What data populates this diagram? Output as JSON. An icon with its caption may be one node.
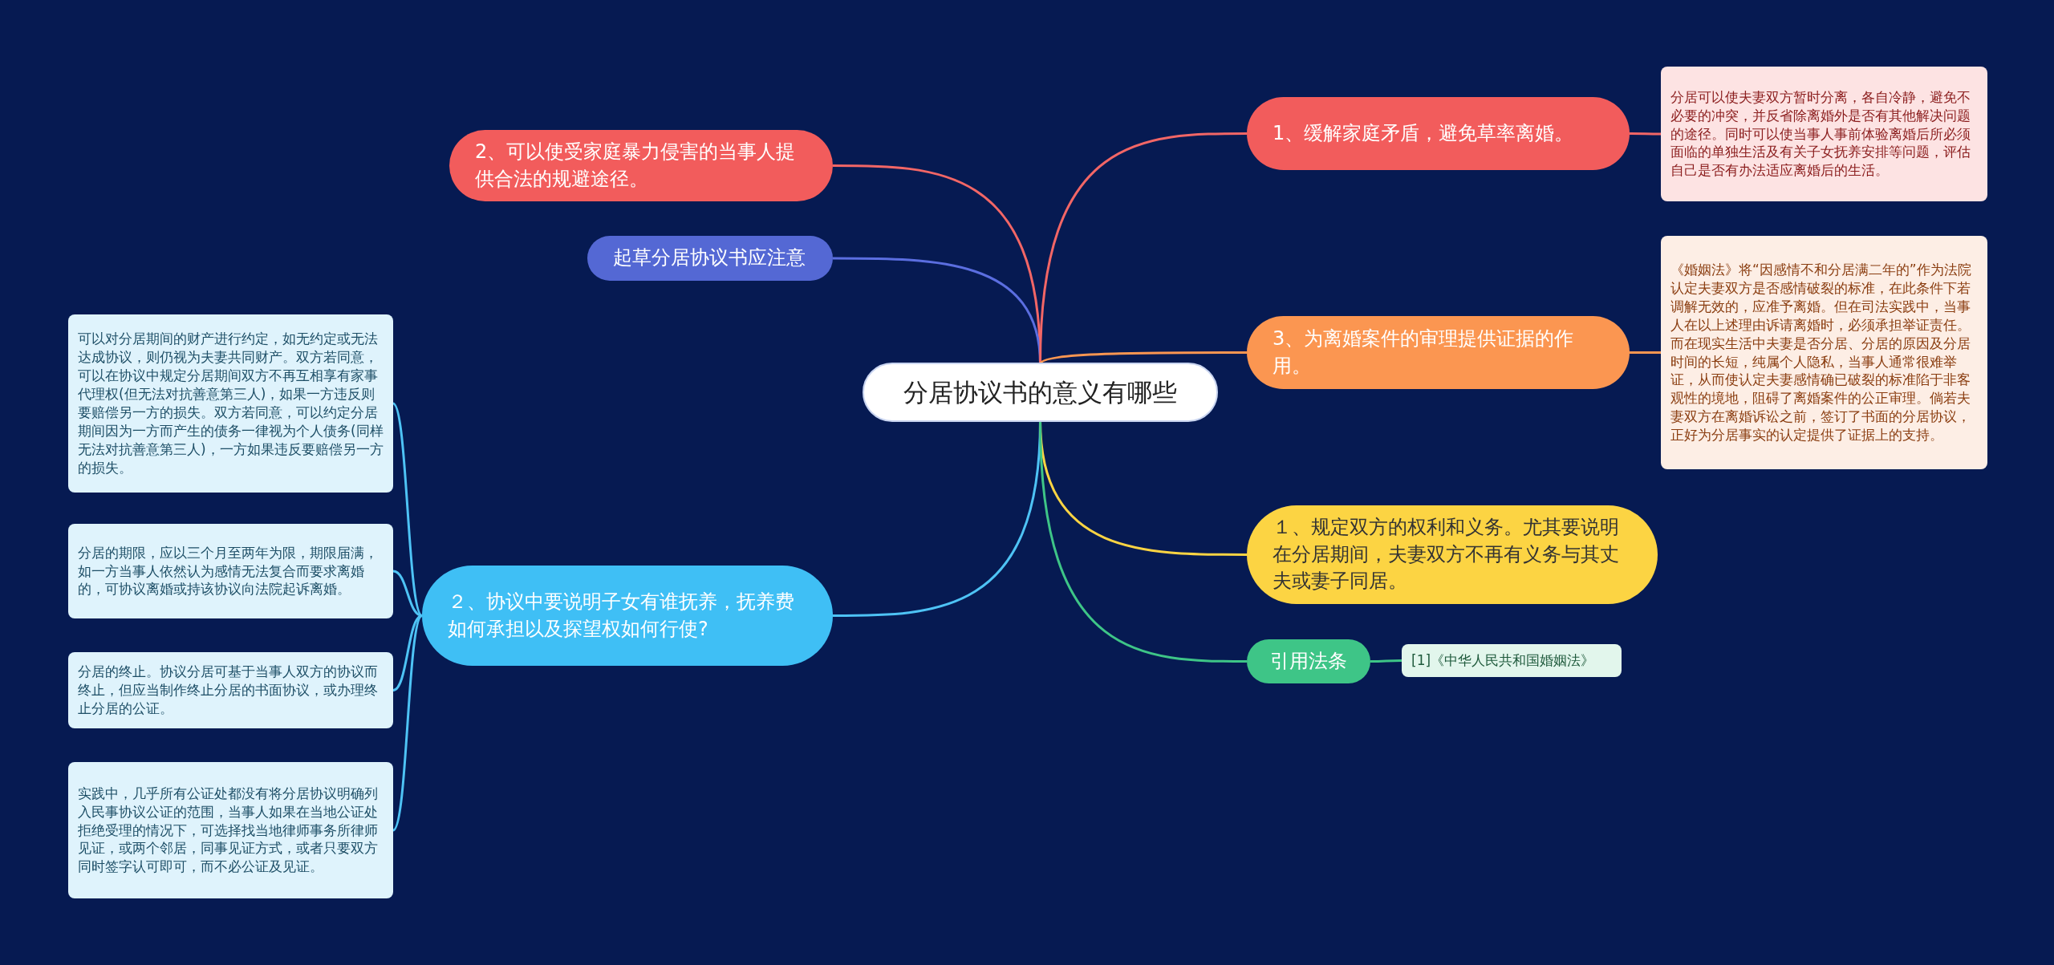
{
  "diagram": {
    "nodes": [
      {
        "text": [
          "分居协议书的意义有哪些"
        ]
      },
      {
        "text": [
          "2、可以使受家庭暴力侵害的当事人提供合法的规避途径。"
        ]
      },
      {
        "text": [
          "起草分居协议书应注意"
        ]
      },
      {
        "text": [
          "２、协议中要说明子女有谁抚养，抚养费如何承担以及探望权如何行使?"
        ]
      },
      {
        "text": [
          "可以对分居期间的财产进行约定，如无约定或无法达成协议，则仍视为夫妻共同财产。双方若同意，可以在协议中规定分居期间双方不再互相享有家事代理权(但无法对抗善意第三人)，如果一方违反则要赔偿另一方的损失。双方若同意，可以约定分居期间因为一方而产生的债务一律视为个人债务(同样无法对抗善意第三人)，一方如果违反要赔偿另一方的损失。"
        ]
      },
      {
        "text": [
          "分居的期限，应以三个月至两年为限，期限届满，如一方当事人依然认为感情无法复合而要求离婚的，可协议离婚或持该协议向法院起诉离婚。"
        ]
      },
      {
        "text": [
          "分居的终止。协议分居可基于当事人双方的协议而终止，但应当制作终止分居的书面协议，或办理终止分居的公证。"
        ]
      },
      {
        "text": [
          "实践中，几乎所有公证处都没有将分居协议明确列入民事协议公证的范围，当事人如果在当地公证处拒绝受理的情况下，可选择找当地律师事务所律师见证，或两个邻居，同事见证方式，或者只要双方同时签字认可即可，而不必公证及见证。"
        ]
      },
      {
        "text": [
          "1、缓解家庭矛盾，避免草率离婚。"
        ]
      },
      {
        "text": [
          "分居可以使夫妻双方暂时分离，各自冷静，避免不必要的冲突，并反省除离婚外是否有其他解决问题的途径。同时可以使当事人事前体验离婚后所必须面临的单独生活及有关子女抚养安排等问题，评估自己是否有办法适应离婚后的生活。"
        ]
      },
      {
        "text": [
          "3、为离婚案件的审理提供证据的作用。"
        ]
      },
      {
        "text": [
          "《婚姻法》将“因感情不和分居满二年的”作为法院认定夫妻双方是否感情破裂的标准，在此条件下若调解无效的，应准予离婚。但在司法实践中，当事人在以上述理由诉请离婚时，必须承担举证责任。而在现实生活中夫妻是否分居、分居的原因及分居时间的长短，纯属个人隐私，当事人通常很难举证，从而使认定夫妻感情确已破裂的标准陷于非客观性的境地，阻碍了离婚案件的公正审理。倘若夫妻双方在离婚诉讼之前，签订了书面的分居协议，正好为分居事实的认定提供了证据上的支持。"
        ]
      },
      {
        "text": [
          "１、规定双方的权利和义务。尤其要说明在分居期间，夫妻双方不再有义务与其丈夫或妻子同居。"
        ]
      },
      {
        "text": [
          "引用法条"
        ]
      },
      {
        "text": [
          "[1]《中华人民共和国婚姻法》"
        ]
      }
    ],
    "edges": [
      {
        "from": 0,
        "to": 1,
        "arrow": "none",
        "color": "#f26666"
      },
      {
        "from": 0,
        "to": 2,
        "arrow": "none",
        "color": "#5b6ee0"
      },
      {
        "from": 0,
        "to": 3,
        "arrow": "none",
        "color": "#4ec3f5"
      },
      {
        "from": 3,
        "to": 4,
        "arrow": "none",
        "color": "#4ec3f5"
      },
      {
        "from": 3,
        "to": 5,
        "arrow": "none",
        "color": "#4ec3f5"
      },
      {
        "from": 3,
        "to": 6,
        "arrow": "none",
        "color": "#4ec3f5"
      },
      {
        "from": 3,
        "to": 7,
        "arrow": "none",
        "color": "#4ec3f5"
      },
      {
        "from": 0,
        "to": 8,
        "arrow": "none",
        "color": "#f26666"
      },
      {
        "from": 8,
        "to": 9,
        "arrow": "none",
        "color": "#f26666"
      },
      {
        "from": 0,
        "to": 10,
        "arrow": "none",
        "color": "#fb9651"
      },
      {
        "from": 10,
        "to": 11,
        "arrow": "none",
        "color": "#fb9651"
      },
      {
        "from": 0,
        "to": 12,
        "arrow": "none",
        "color": "#fcd443"
      },
      {
        "from": 0,
        "to": 13,
        "arrow": "none",
        "color": "#3ec587"
      },
      {
        "from": 13,
        "to": 14,
        "arrow": "none",
        "color": "#3ec587"
      }
    ]
  }
}
